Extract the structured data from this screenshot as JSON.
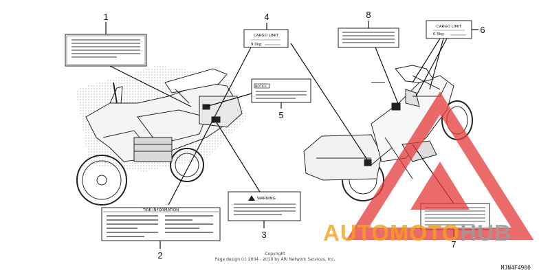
{
  "callouts": [
    "1",
    "2",
    "3",
    "4",
    "5",
    "6",
    "7",
    "8"
  ],
  "labels": {
    "cargo_limit_4": {
      "title": "CARGO LIMIT",
      "value": "9.0kg"
    },
    "cargo_limit_6": {
      "title": "CARGO LIMIT",
      "value": "0.5kg"
    },
    "tire_information": {
      "title": "TIRE INFORMATION"
    },
    "warning": {
      "title": "WARNING"
    },
    "notice": {
      "title": "NOTICE"
    }
  },
  "copyright": {
    "line1": "Copyright",
    "line2": "Page design (c) 2004 - 2019 by ARI Network Services, Inc."
  },
  "part_code": "MJN4F4900",
  "watermark": {
    "text_primary": "AUTOMOTO",
    "text_secondary": "HUB",
    "color_primary": "#f7a11a",
    "color_secondary": "#9b9b9b",
    "triangle_color": "#e53a3a"
  }
}
